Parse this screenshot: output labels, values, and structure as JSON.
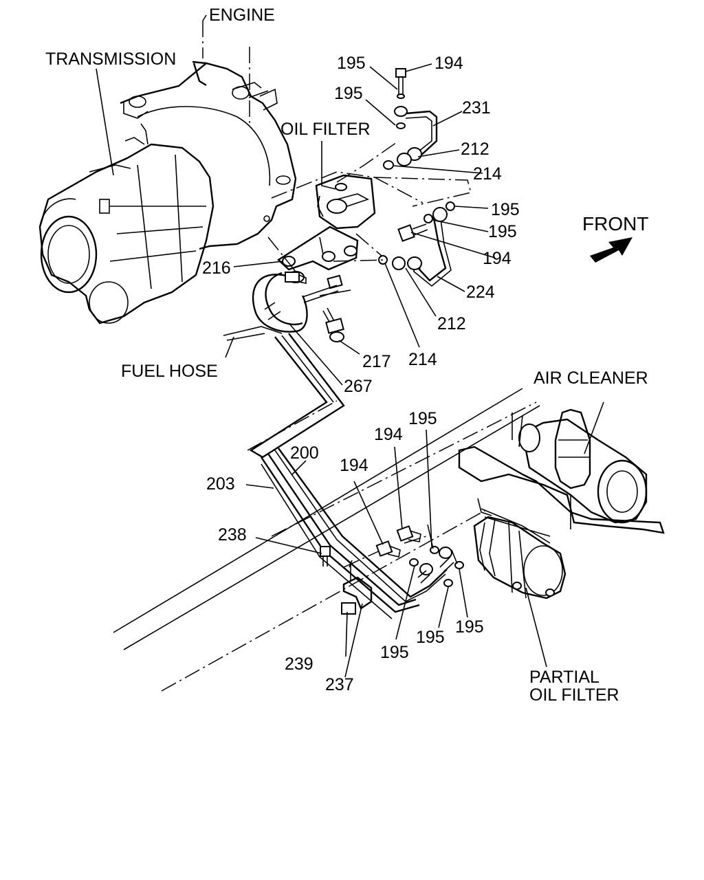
{
  "labels": {
    "engine": "ENGINE",
    "transmission": "TRANSMISSION",
    "oil_filter": "OIL FILTER",
    "front": "FRONT",
    "fuel_hose": "FUEL HOSE",
    "air_cleaner": "AIR CLEANER",
    "partial_oil_filter_1": "PARTIAL",
    "partial_oil_filter_2": "OIL FILTER"
  },
  "part_numbers": [
    "195",
    "194",
    "195",
    "231",
    "212",
    "214",
    "195",
    "195",
    "194",
    "216",
    "224",
    "212",
    "214",
    "217",
    "267",
    "195",
    "194",
    "200",
    "194",
    "203",
    "238",
    "239",
    "237",
    "195",
    "195",
    "195"
  ]
}
